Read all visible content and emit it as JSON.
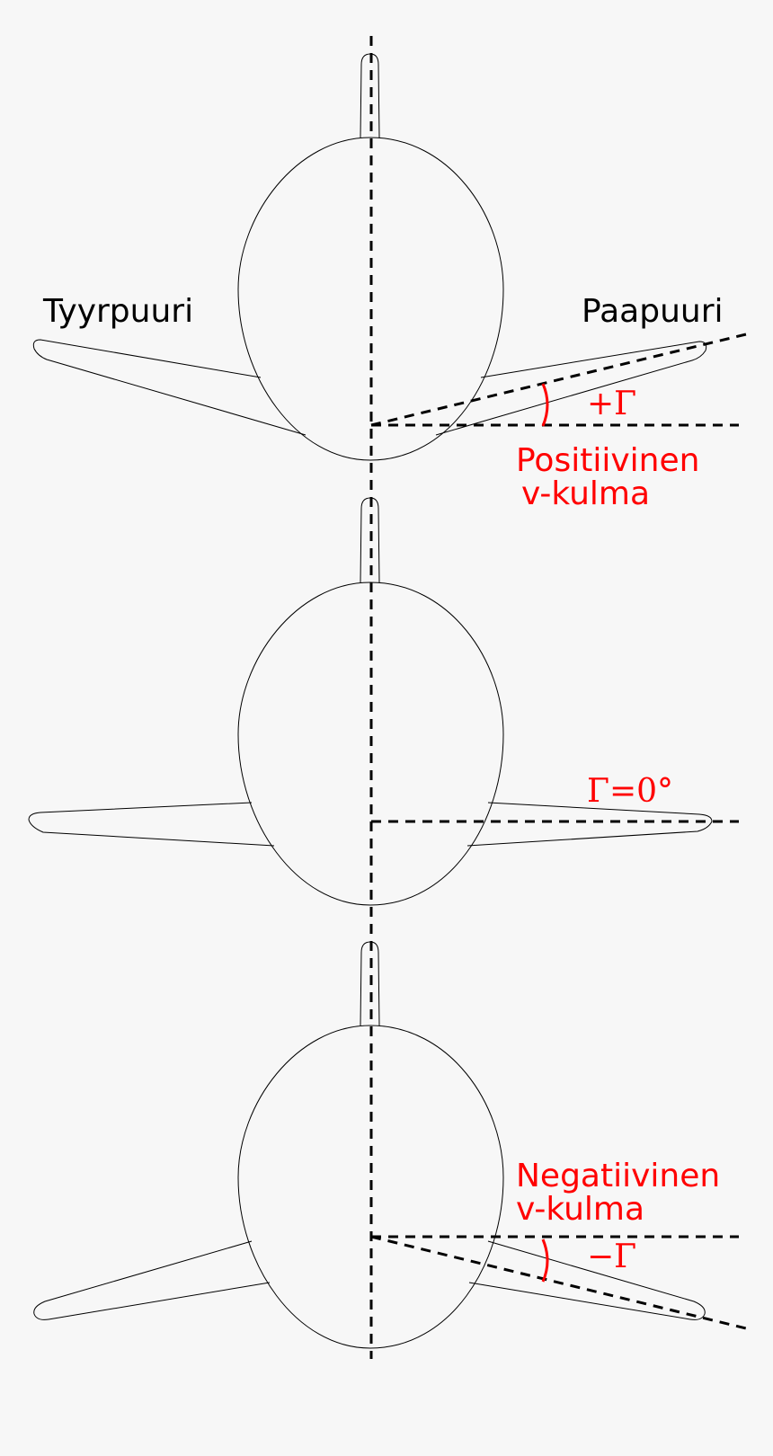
{
  "labels": {
    "starboard": "Tyyrpuuri",
    "port": "Paapuuri"
  },
  "panels": [
    {
      "id": "positive",
      "caption_line1": "Positiivinen",
      "caption_line2": "v-kulma",
      "angle_label": "+Γ"
    },
    {
      "id": "zero",
      "angle_label": "Γ=0°"
    },
    {
      "id": "negative",
      "caption_line1": "Negatiivinen",
      "caption_line2": "v-kulma",
      "angle_label": "−Γ"
    }
  ],
  "colors": {
    "background": "#f7f7f7",
    "outline": "#000000",
    "annotation": "#ff0000"
  }
}
